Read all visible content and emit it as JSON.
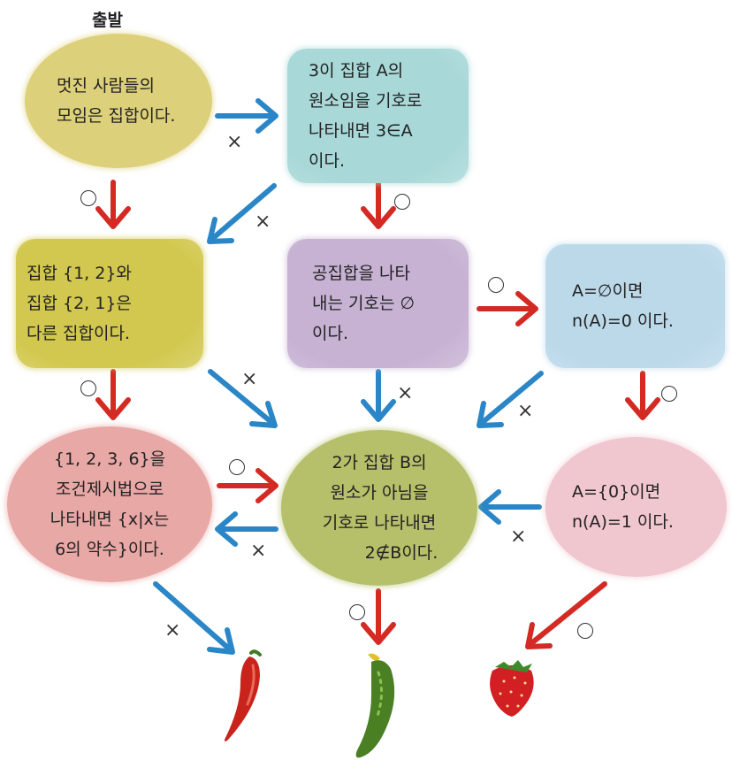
{
  "start_label": "출발",
  "nodes": {
    "n1": {
      "lines": [
        "멋진 사람들의",
        "모임은 집합이다."
      ],
      "color": "#ddd07a"
    },
    "n2": {
      "lines": [
        "3이 집합 A의",
        "원소임을 기호로",
        "나타내면 3∈A",
        "이다."
      ],
      "color": "#a9d8d8"
    },
    "n3": {
      "lines": [
        "집합 {1, 2}와",
        "집합 {2, 1}은",
        "다른 집합이다."
      ],
      "color": "#d2c84f"
    },
    "n4": {
      "lines": [
        "공집합을  나타",
        "내는 기호는 ∅",
        "이다."
      ],
      "color": "#c7b2d3"
    },
    "n5": {
      "lines": [
        "A=∅이면",
        "n(A)=0 이다."
      ],
      "color": "#bcd9ea"
    },
    "n6": {
      "lines": [
        "{1, 2, 3, 6}을",
        "조건제시법으로",
        "나타내면 {x|x는",
        "6의 약수}이다."
      ],
      "color": "#e8a8a6"
    },
    "n7": {
      "lines": [
        "2가 집합 B의",
        "원소가 아님을",
        "기호로 나타내면",
        "2∉B이다."
      ],
      "color": "#b6bf6a"
    },
    "n8": {
      "lines": [
        "A={0}이면",
        "n(A)=1 이다."
      ],
      "color": "#f0c6cf"
    }
  },
  "symbols": {
    "yes": "○",
    "no": "×"
  },
  "colors": {
    "yes_arrow": "#d42a24",
    "no_arrow": "#2a86c6"
  },
  "endpoints": [
    {
      "name": "chili-pepper",
      "reached_by": "n6"
    },
    {
      "name": "cucumber",
      "reached_by": "n7"
    },
    {
      "name": "strawberry",
      "reached_by": "n8"
    }
  ],
  "edges": [
    {
      "from": "n1",
      "to": "n2",
      "answer": "×"
    },
    {
      "from": "n1",
      "to": "n3",
      "answer": "○"
    },
    {
      "from": "n2",
      "to": "n3",
      "answer": "×"
    },
    {
      "from": "n2",
      "to": "n4",
      "answer": "○"
    },
    {
      "from": "n3",
      "to": "n6",
      "answer": "○"
    },
    {
      "from": "n3",
      "to": "n7",
      "answer": "×"
    },
    {
      "from": "n4",
      "to": "n5",
      "answer": "○"
    },
    {
      "from": "n4",
      "to": "n7",
      "answer": "×"
    },
    {
      "from": "n5",
      "to": "n7",
      "answer": "×"
    },
    {
      "from": "n5",
      "to": "n8",
      "answer": "○"
    },
    {
      "from": "n6",
      "to": "n7",
      "answer": "○"
    },
    {
      "from": "n7",
      "to": "n6",
      "answer": "×"
    },
    {
      "from": "n8",
      "to": "n7",
      "answer": "×"
    },
    {
      "from": "n6",
      "to": "chili-pepper",
      "answer": "×"
    },
    {
      "from": "n7",
      "to": "cucumber",
      "answer": "○"
    },
    {
      "from": "n8",
      "to": "strawberry",
      "answer": "○"
    }
  ]
}
